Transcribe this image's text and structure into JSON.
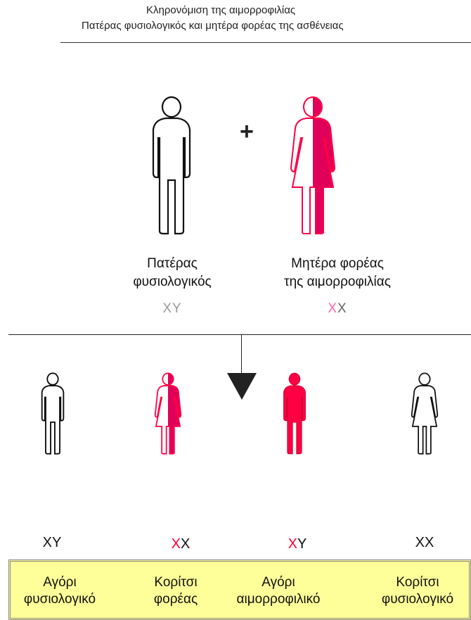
{
  "title": {
    "line1": "Κληρονόμιση της αιμορροφιλίας",
    "line2": "Πατέρας φυσιολογικός και μητέρα φορέας της ασθένειας"
  },
  "operator": "+",
  "parents": {
    "father": {
      "label_line1": "Πατέρας",
      "label_line2": "φυσιολογικός",
      "genotype": "XY"
    },
    "mother": {
      "label_line1": "Μητέρα φορέας",
      "label_line2": "της αιμορροφιλίας",
      "genotype_x1": "X",
      "genotype_x2": "X"
    }
  },
  "children": [
    {
      "genotype_a": "X",
      "genotype_b": "Y",
      "label_line1": "Αγόρι",
      "label_line2": "φυσιολογικό"
    },
    {
      "genotype_a": "X",
      "genotype_b": "X",
      "label_line1": "Κορίτσι",
      "label_line2": "φορέας"
    },
    {
      "genotype_a": "X",
      "genotype_b": "Y",
      "label_line1": "Αγόρι",
      "label_line2": "αιμορροφιλικό"
    },
    {
      "genotype_a": "X",
      "genotype_b": "X",
      "label_line1": "Κορίτσι",
      "label_line2": "φυσιολογικό"
    }
  ],
  "colors": {
    "affected": "#ff0044",
    "carrier_fill": "#e0005a",
    "normal_outline": "#111111",
    "father_genotype": "#999999",
    "mother_affected_x": "#ff66aa",
    "mother_normal_x": "#666666",
    "legend_bg": "#ffff99"
  }
}
